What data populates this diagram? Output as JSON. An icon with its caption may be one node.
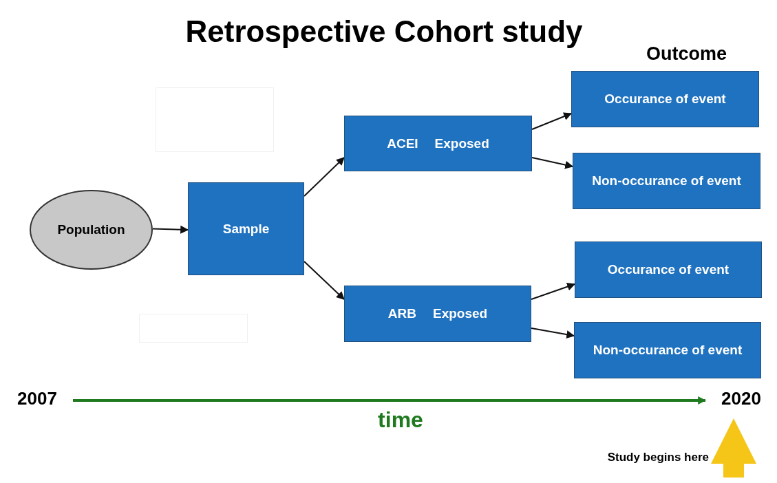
{
  "diagram": {
    "title": "Retrospective Cohort study",
    "nodes": [
      {
        "text": [
          "Population"
        ]
      },
      {
        "text": [
          "Sample"
        ]
      },
      {
        "text": [
          "ACEI",
          "Exposed"
        ]
      },
      {
        "text": [
          "ARB",
          "Exposed"
        ]
      },
      {
        "text": [
          "Occurance of event"
        ]
      },
      {
        "text": [
          "Non-occurance of event"
        ]
      },
      {
        "text": [
          "Occurance of event"
        ]
      },
      {
        "text": [
          "Non-occurance of event"
        ]
      },
      {
        "text": [
          "2007"
        ]
      },
      {
        "text": [
          "2020"
        ]
      }
    ],
    "edges": [
      {
        "from": 0,
        "to": 1,
        "arrow": "to"
      },
      {
        "from": 1,
        "to": 2,
        "arrow": "to"
      },
      {
        "from": 1,
        "to": 3,
        "arrow": "to"
      },
      {
        "from": 2,
        "to": 4,
        "arrow": "to"
      },
      {
        "from": 2,
        "to": 5,
        "arrow": "to"
      },
      {
        "from": 3,
        "to": 6,
        "arrow": "to"
      },
      {
        "from": 3,
        "to": 7,
        "arrow": "to"
      },
      {
        "from": 8,
        "to": 9,
        "arrow": "to",
        "style": "thick",
        "color": "#1f7a1f"
      },
      {
        "from": null,
        "to": 9,
        "arrow": "to",
        "style": "thick",
        "color": "#f5c518"
      }
    ],
    "labels": [
      "Outcome",
      "time",
      "Study begins here"
    ]
  }
}
